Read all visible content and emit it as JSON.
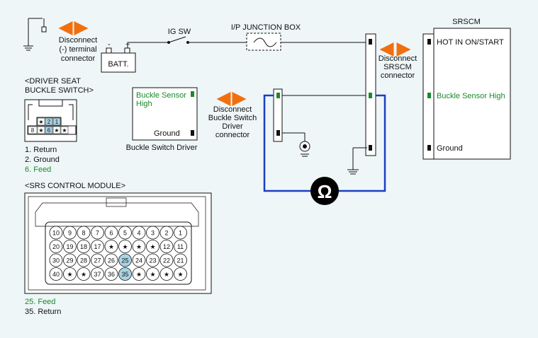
{
  "notes": {
    "disconnect_battery": "Disconnect",
    "disconnect_battery_2": "(-) terminal",
    "disconnect_battery_3": "connector",
    "disconnect_driver": "Disconnect",
    "disconnect_driver_2": "Buckle Switch",
    "disconnect_driver_3": "Driver",
    "disconnect_driver_4": "connector",
    "disconnect_srscm": "Disconnect",
    "disconnect_srscm_2": "SRSCM",
    "disconnect_srscm_3": "connector"
  },
  "components": {
    "battery": "BATT.",
    "ig_switch": "IG SW",
    "junction_box": "I/P JUNCTION BOX",
    "srscm_title": "SRSCM",
    "srscm_hot": "HOT IN ON/START",
    "srscm_buckle": "Buckle Sensor High",
    "srscm_ground": "Ground",
    "buckle_sensor_1": "Buckle Sensor",
    "buckle_sensor_2": "High",
    "buckle_ground": "Ground",
    "buckle_switch_driver": "Buckle Switch Driver",
    "ohm_symbol": "Ω"
  },
  "driver_seat": {
    "title_1": "<DRIVER SEAT",
    "title_2": "BUCKLE SWITCH>",
    "top_pins": [
      "★",
      "2",
      "1"
    ],
    "bottom_pins": [
      "8",
      "★",
      "6",
      "★",
      "★"
    ],
    "legend": [
      "1. Return",
      "2. Ground",
      "6. Feed"
    ]
  },
  "srs_module": {
    "title": "<SRS CONTROL MODULE>",
    "rows": [
      [
        "10",
        "9",
        "8",
        "7",
        "6",
        "5",
        "4",
        "3",
        "2",
        "1"
      ],
      [
        "20",
        "19",
        "18",
        "17",
        "★",
        "★",
        "★",
        "★",
        "12",
        "11"
      ],
      [
        "30",
        "29",
        "28",
        "27",
        "26",
        "25",
        "24",
        "23",
        "22",
        "21"
      ],
      [
        "40",
        "★",
        "★",
        "37",
        "36",
        "35",
        "★",
        "★",
        "★",
        "★"
      ]
    ],
    "highlight": [
      "25",
      "35"
    ],
    "legend": [
      "25. Feed",
      "35. Return"
    ]
  },
  "colors": {
    "wire": "#111111",
    "meter_wire": "#1a3fc0",
    "arrow": "#f07010",
    "feed_text": "#1a8a2a",
    "pin_highlight": "#a9d4e4"
  }
}
